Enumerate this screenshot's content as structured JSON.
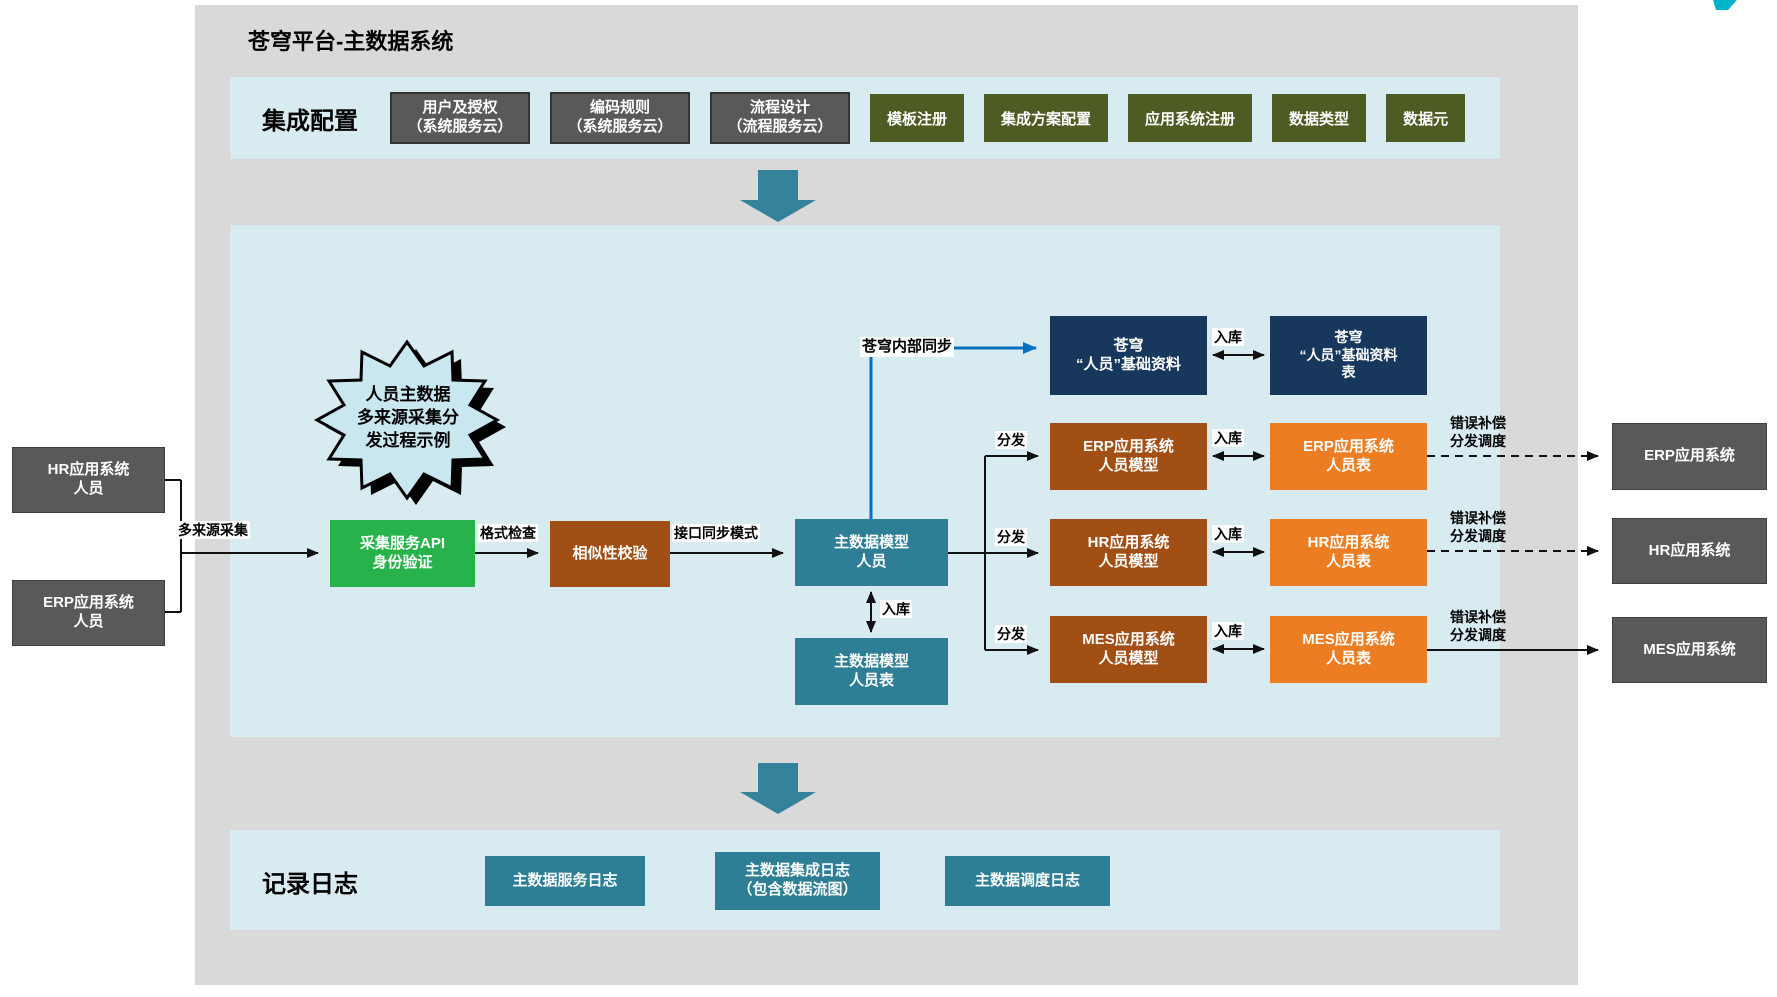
{
  "title": "苍穹平台-主数据系统",
  "integration": {
    "label": "集成配置",
    "dark_buttons": [
      {
        "name": "用户及授权",
        "sub": "（系统服务云）"
      },
      {
        "name": "编码规则",
        "sub": "（系统服务云）"
      },
      {
        "name": "流程设计",
        "sub": "（流程服务云）"
      }
    ],
    "green_buttons": [
      {
        "label": "模板注册"
      },
      {
        "label": "集成方案配置"
      },
      {
        "label": "应用系统注册"
      },
      {
        "label": "数据类型"
      },
      {
        "label": "数据元"
      }
    ]
  },
  "flow": {
    "note": "人员主数据\n多来源采集分\n发过程示例",
    "sources": {
      "hr": "HR应用系统\n人员",
      "erp": "ERP应用系统\n人员"
    },
    "nodes": {
      "collect_api": "采集服务API\n身份验证",
      "similarity": "相似性校验",
      "master_model": "主数据模型\n人员",
      "master_model_table": "主数据模型\n人员表",
      "cq_basic": "苍穹\n“人员”基础资料",
      "cq_basic_table": "苍穹\n“人员”基础资料\n表",
      "erp_model": "ERP应用系统\n人员模型",
      "hr_model": "HR应用系统\n人员模型",
      "mes_model": "MES应用系统\n人员模型",
      "erp_table": "ERP应用系统\n人员表",
      "hr_table": "HR应用系统\n人员表",
      "mes_table": "MES应用系统\n人员表",
      "ext_erp": "ERP应用系统",
      "ext_hr": "HR应用系统",
      "ext_mes": "MES应用系统"
    },
    "labels": {
      "multi_source": "多来源采集",
      "format_check": "格式检查",
      "interface_sync": "接口同步模式",
      "internal_sync": "苍穹内部同步",
      "store": "入库",
      "distribute": "分发",
      "error_comp": "错误补偿\n分发调度"
    }
  },
  "logs": {
    "label": "记录日志",
    "boxes": [
      {
        "label": "主数据服务日志"
      },
      {
        "label": "主数据集成日志\n（包含数据流图）"
      },
      {
        "label": "主数据调度日志"
      }
    ]
  },
  "colors": {
    "outer_bg": "#d9d9d9",
    "section_bg": "#d8ebf1",
    "dark_gray": "#595959",
    "olive_green": "#4e5b23",
    "green": "#27b24b",
    "brown": "#a24f16",
    "orange": "#ed7d23",
    "teal": "#2e7f96",
    "teal_arrow": "#35829b",
    "navy": "#17375d",
    "sync_blue": "#0070c0"
  }
}
